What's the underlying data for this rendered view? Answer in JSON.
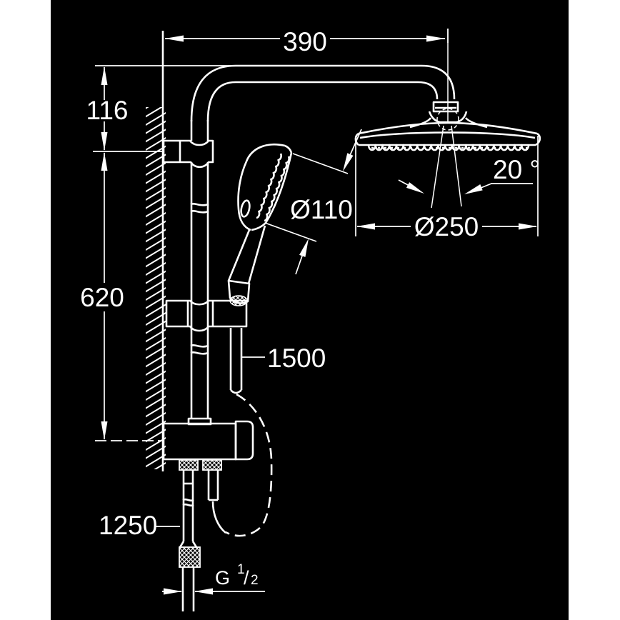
{
  "drawing": {
    "title_semantic": "shower-system-installation-dimension-drawing",
    "canvas_color": "#000000",
    "line_color": "#ffffff",
    "page_margin_color": "#ffffff",
    "dimensions": {
      "top_width": "390",
      "wall_to_bracket": "116",
      "bracket_span": "620",
      "shower_hose_length": "1500",
      "supply_hose_length": "1250",
      "hand_shower_diameter": "Ø110",
      "head_shower_diameter": "Ø250",
      "spray_angle": "20 °",
      "thread_letter": "G",
      "thread_numerator": "1",
      "thread_slash": "/",
      "thread_denominator": "2"
    }
  }
}
